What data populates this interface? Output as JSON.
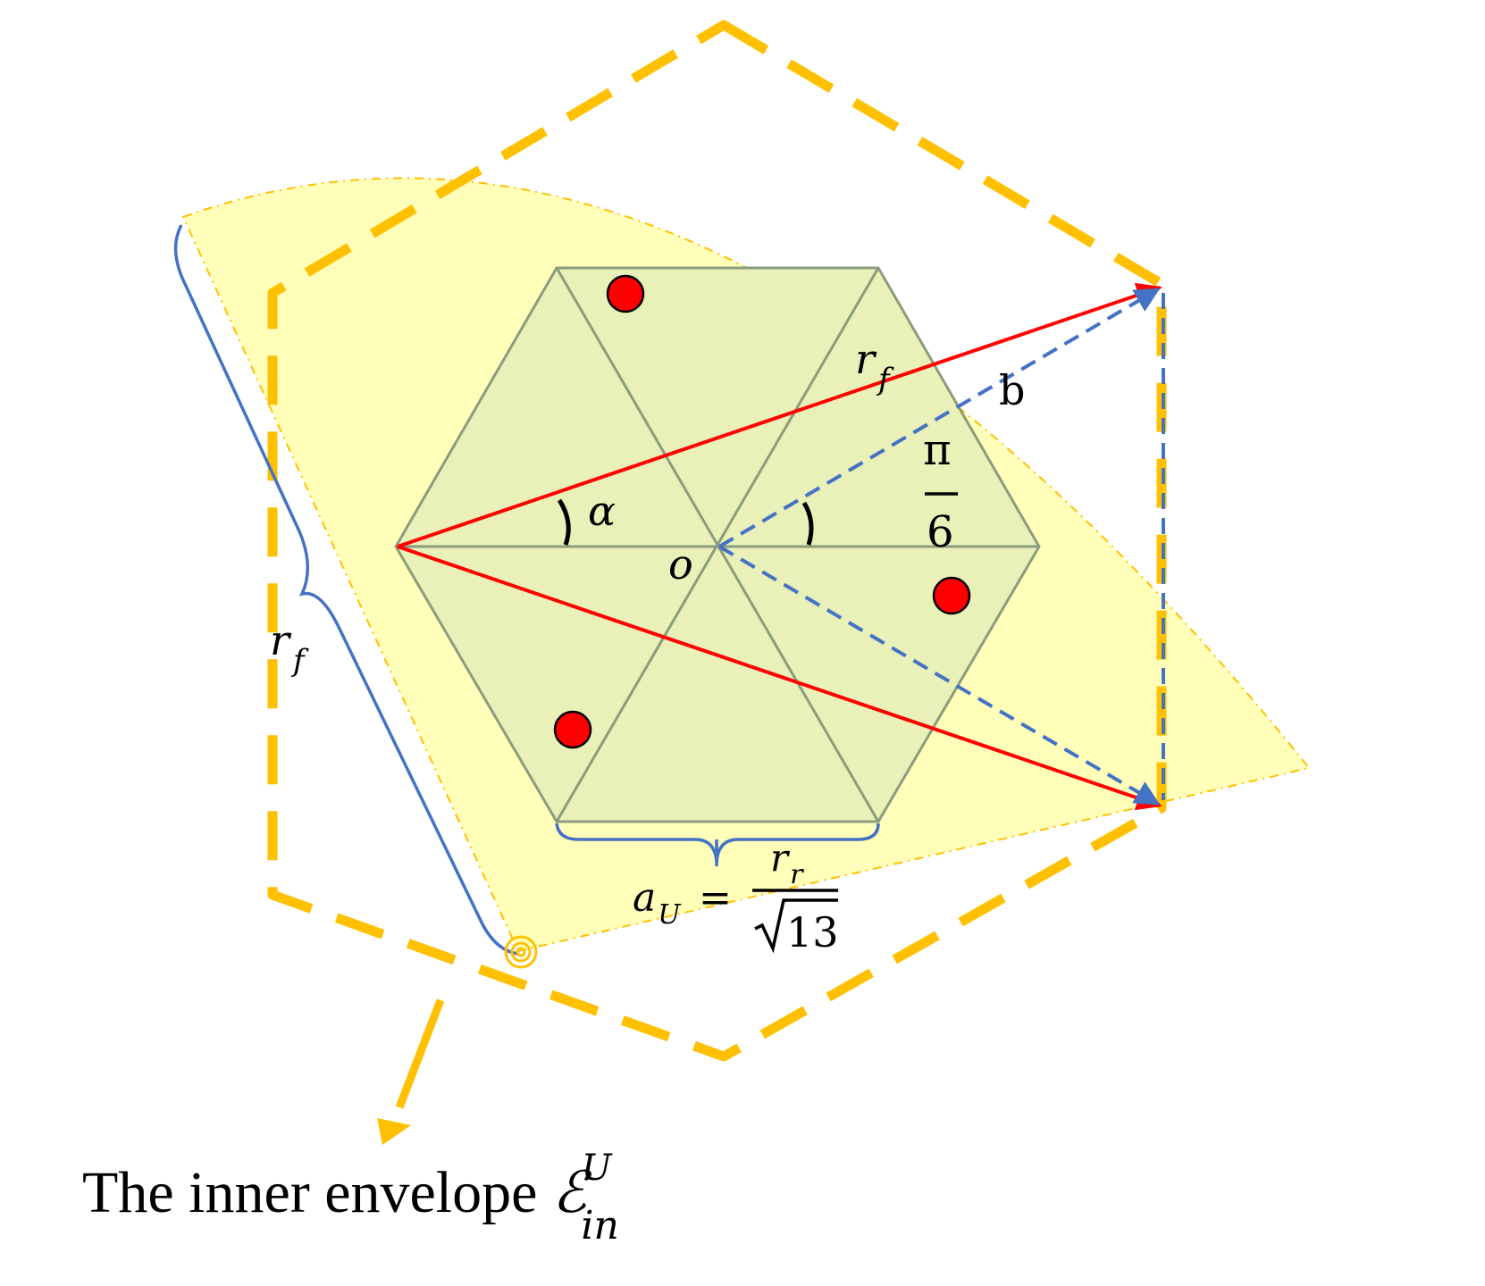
{
  "labels": {
    "rf_top": "r",
    "rf_top_sub": "f",
    "b": "b",
    "pi": "π",
    "six": "6",
    "alpha": "α",
    "origin": "o",
    "rf_left": "r",
    "rf_left_sub": "f",
    "au": "a",
    "au_sub": "U",
    "equals": "=",
    "rr": "r",
    "rr_sub": "r",
    "sqrt13": "13"
  },
  "caption": {
    "text": "The inner envelope ",
    "symbol": "ℰ",
    "symbol_sup": "U",
    "symbol_sub": "in"
  },
  "colors": {
    "envelope": "#FFC000",
    "fill": "#FFFFB9",
    "hexagon_fill": "#E9F0B8",
    "hexagon_stroke": "#8C9C7C",
    "red": "#FF0000",
    "blue": "#4472C4"
  }
}
